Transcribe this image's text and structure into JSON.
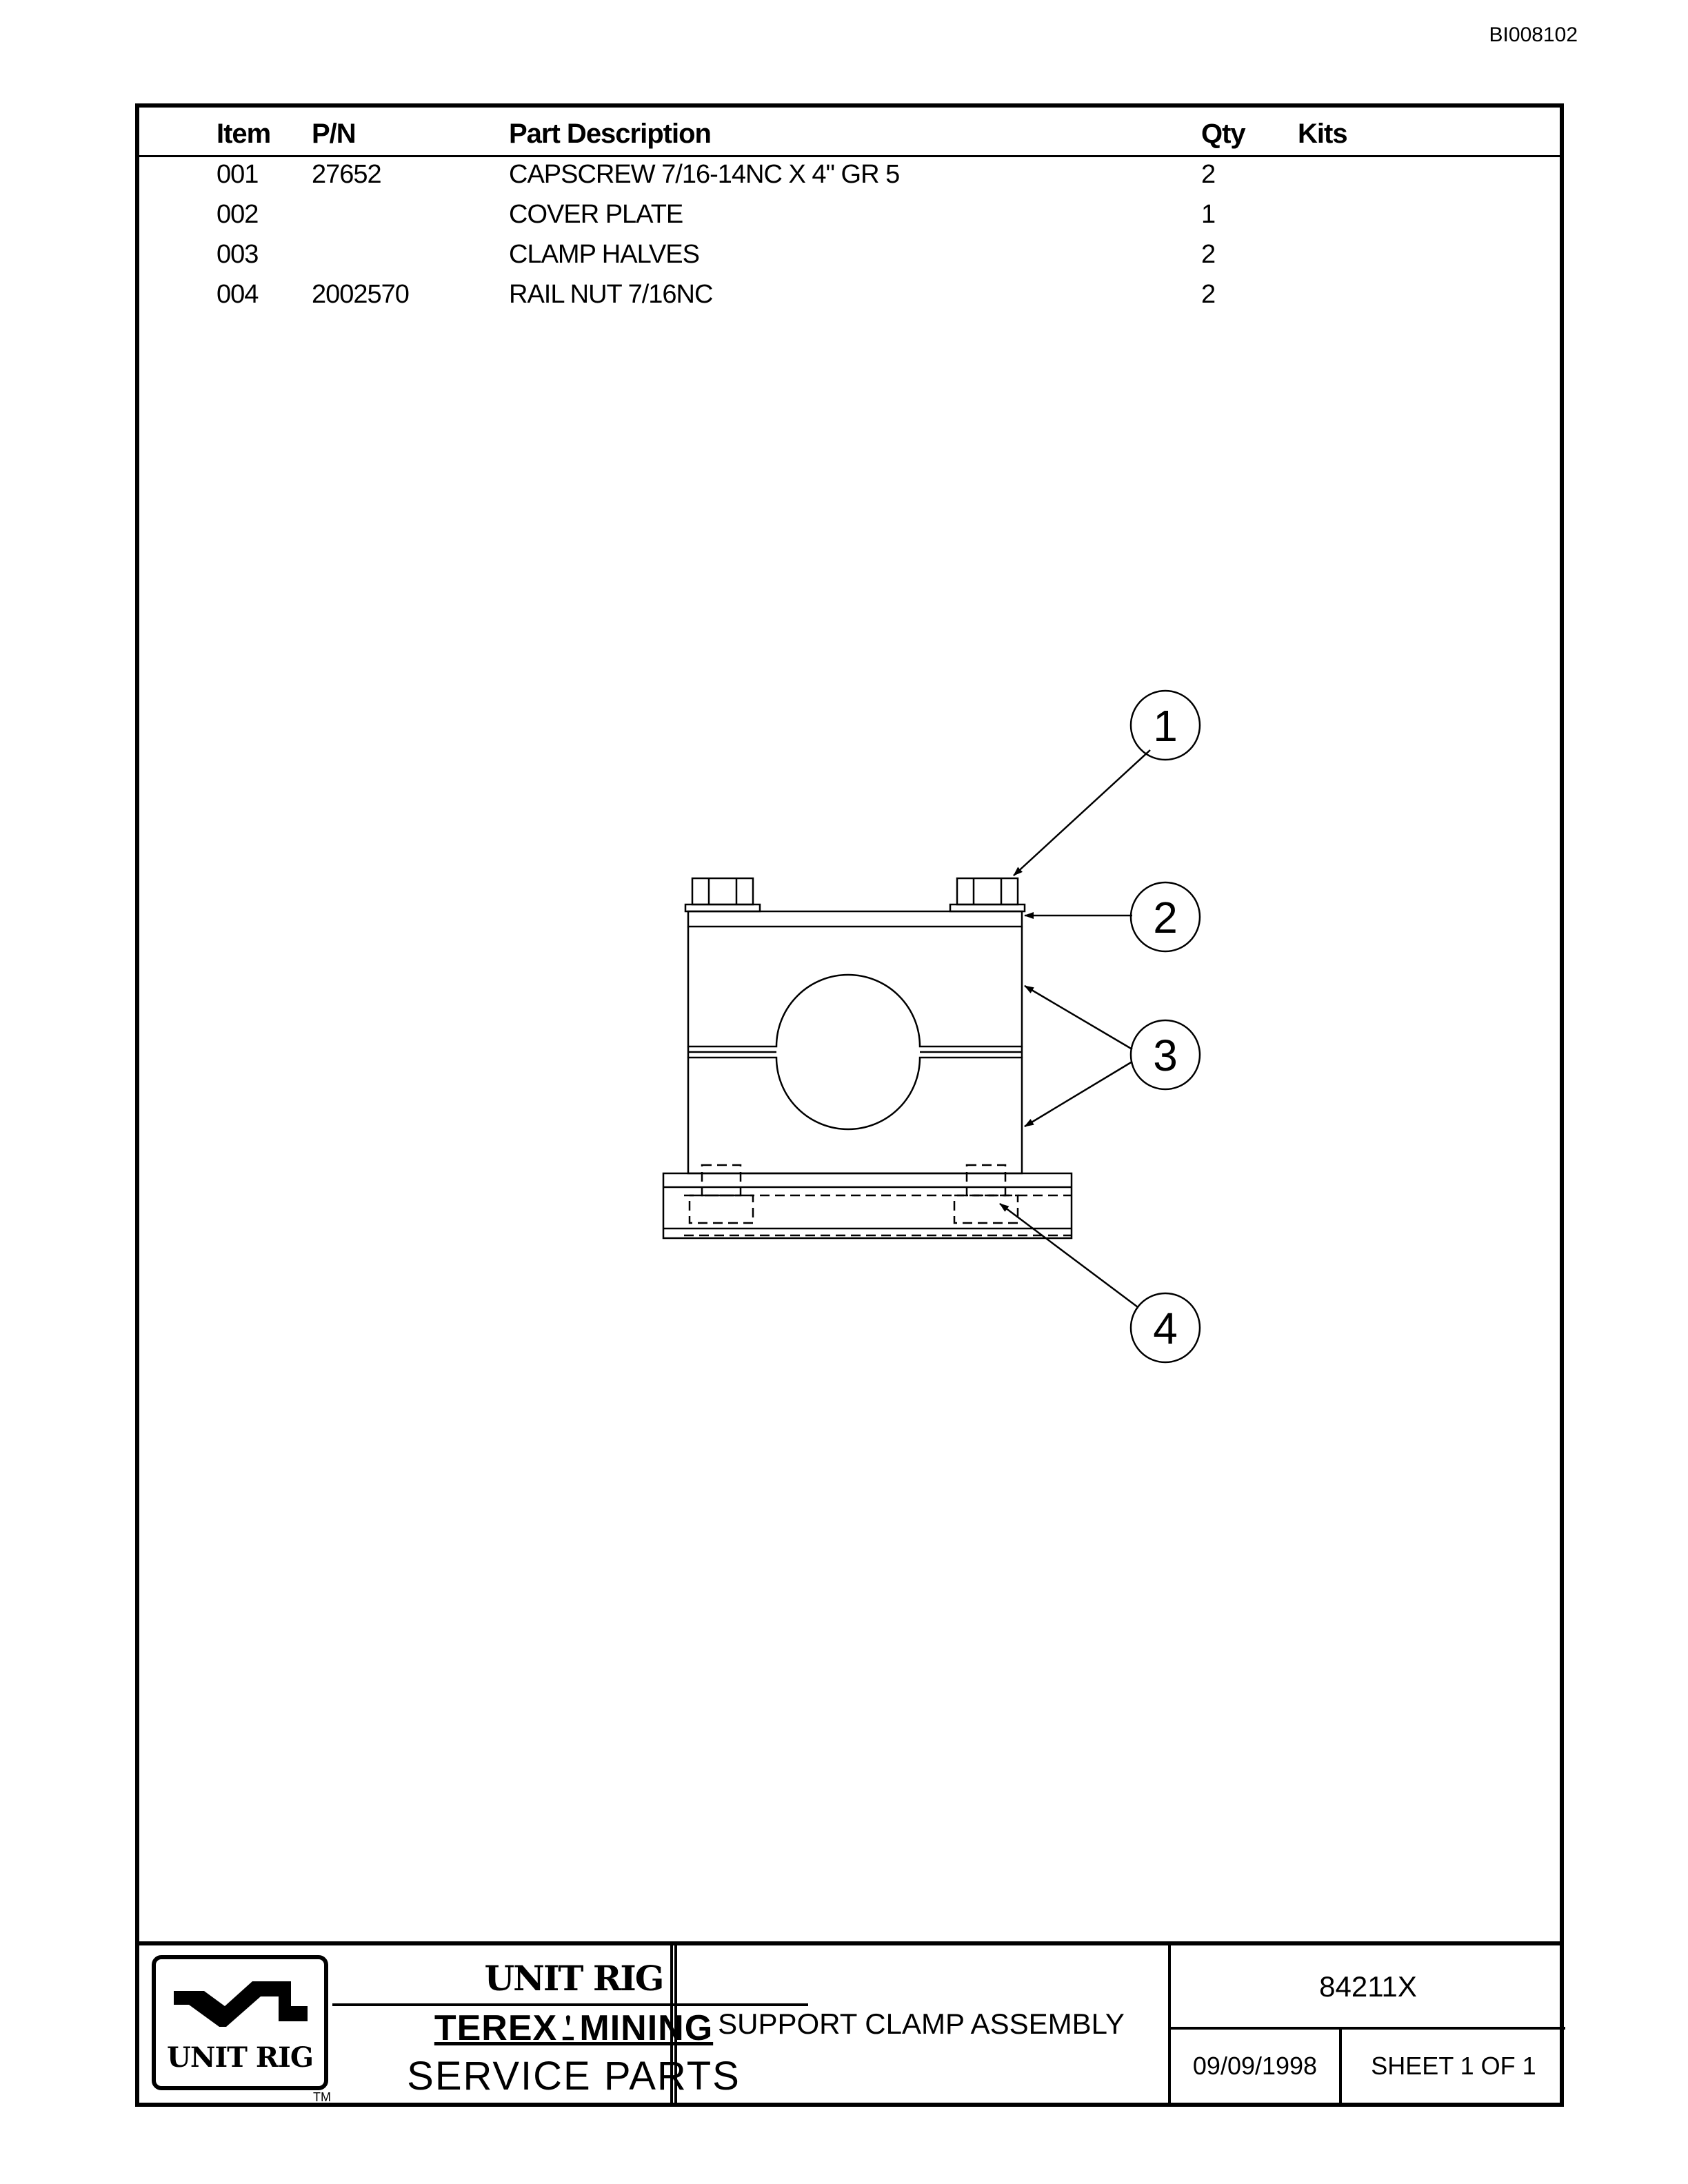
{
  "doc_id": "BI008102",
  "parts_table": {
    "headers": {
      "item": "Item",
      "pn": "P/N",
      "description": "Part Description",
      "qty": "Qty",
      "kits": "Kits"
    },
    "rows": [
      {
        "item": "001",
        "pn": "27652",
        "description": "CAPSCREW 7/16-14NC X 4\" GR 5",
        "qty": "2",
        "kits": ""
      },
      {
        "item": "002",
        "pn": "",
        "description": "COVER PLATE",
        "qty": "1",
        "kits": ""
      },
      {
        "item": "003",
        "pn": "",
        "description": "CLAMP HALVES",
        "qty": "2",
        "kits": ""
      },
      {
        "item": "004",
        "pn": "2002570",
        "description": "RAIL NUT 7/16NC",
        "qty": "2",
        "kits": ""
      }
    ]
  },
  "diagram": {
    "callouts": [
      "1",
      "2",
      "3",
      "4"
    ]
  },
  "title_block": {
    "logo_text": "UNIT RIG",
    "tm": "TM",
    "brand_line1": "UNIT RIG",
    "brand_line2": "TEREX⍘MINING",
    "brand_line3": "SERVICE PARTS",
    "title": "SUPPORT CLAMP ASSEMBLY",
    "part_number": "84211X",
    "date": "09/09/1998",
    "sheet": "SHEET 1 OF 1"
  }
}
